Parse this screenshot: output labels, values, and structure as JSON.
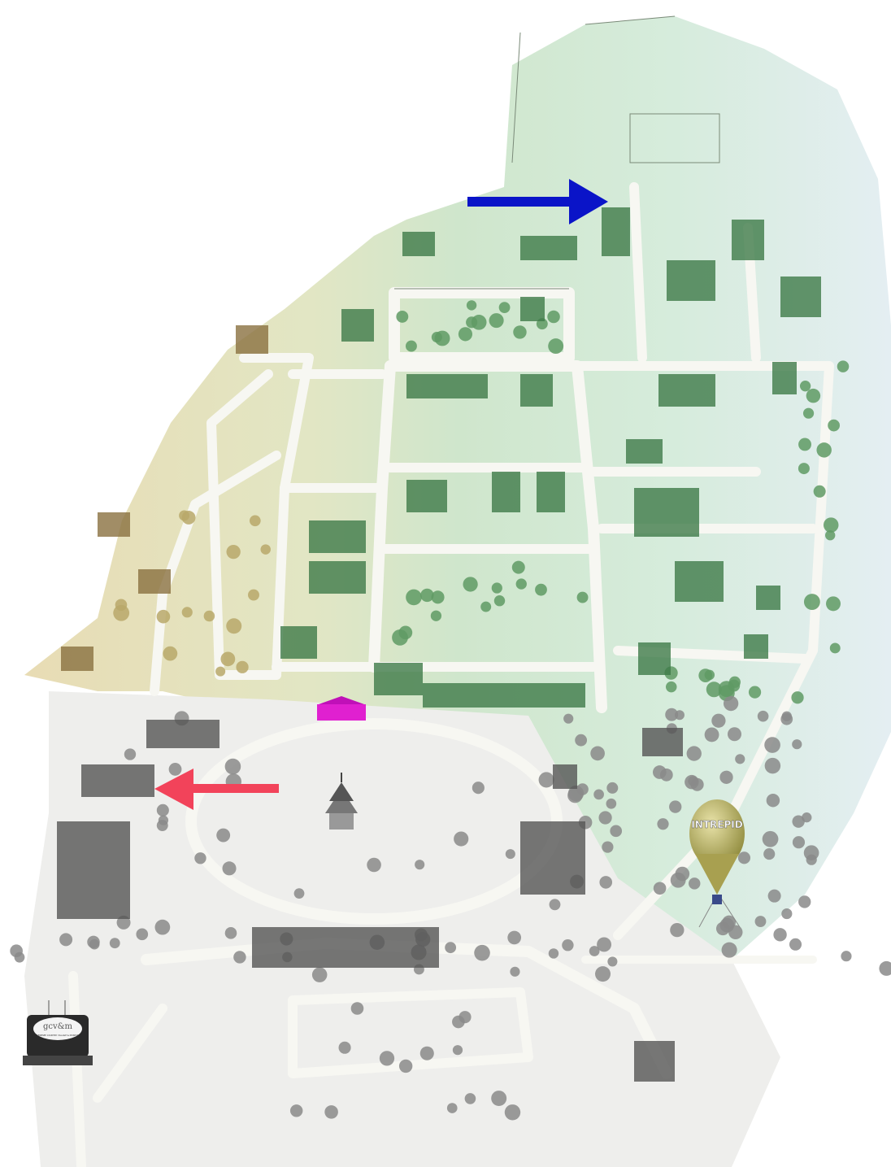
{
  "map": {
    "balloon_label": "INTREPID",
    "sign": {
      "logo": "gcv&m",
      "name": "GENESEE COUNTRY VILLAGE & MUSEUM"
    },
    "colors": {
      "blue_arrow": "#0a14c8",
      "red_arrow": "#f2435a",
      "highlight_building": "#e020d0",
      "west_zone": "#e6dcb8",
      "village_zone": "#d3e8d0",
      "north_zone": "#dcefe6",
      "entry_zone": "#ececec"
    }
  }
}
